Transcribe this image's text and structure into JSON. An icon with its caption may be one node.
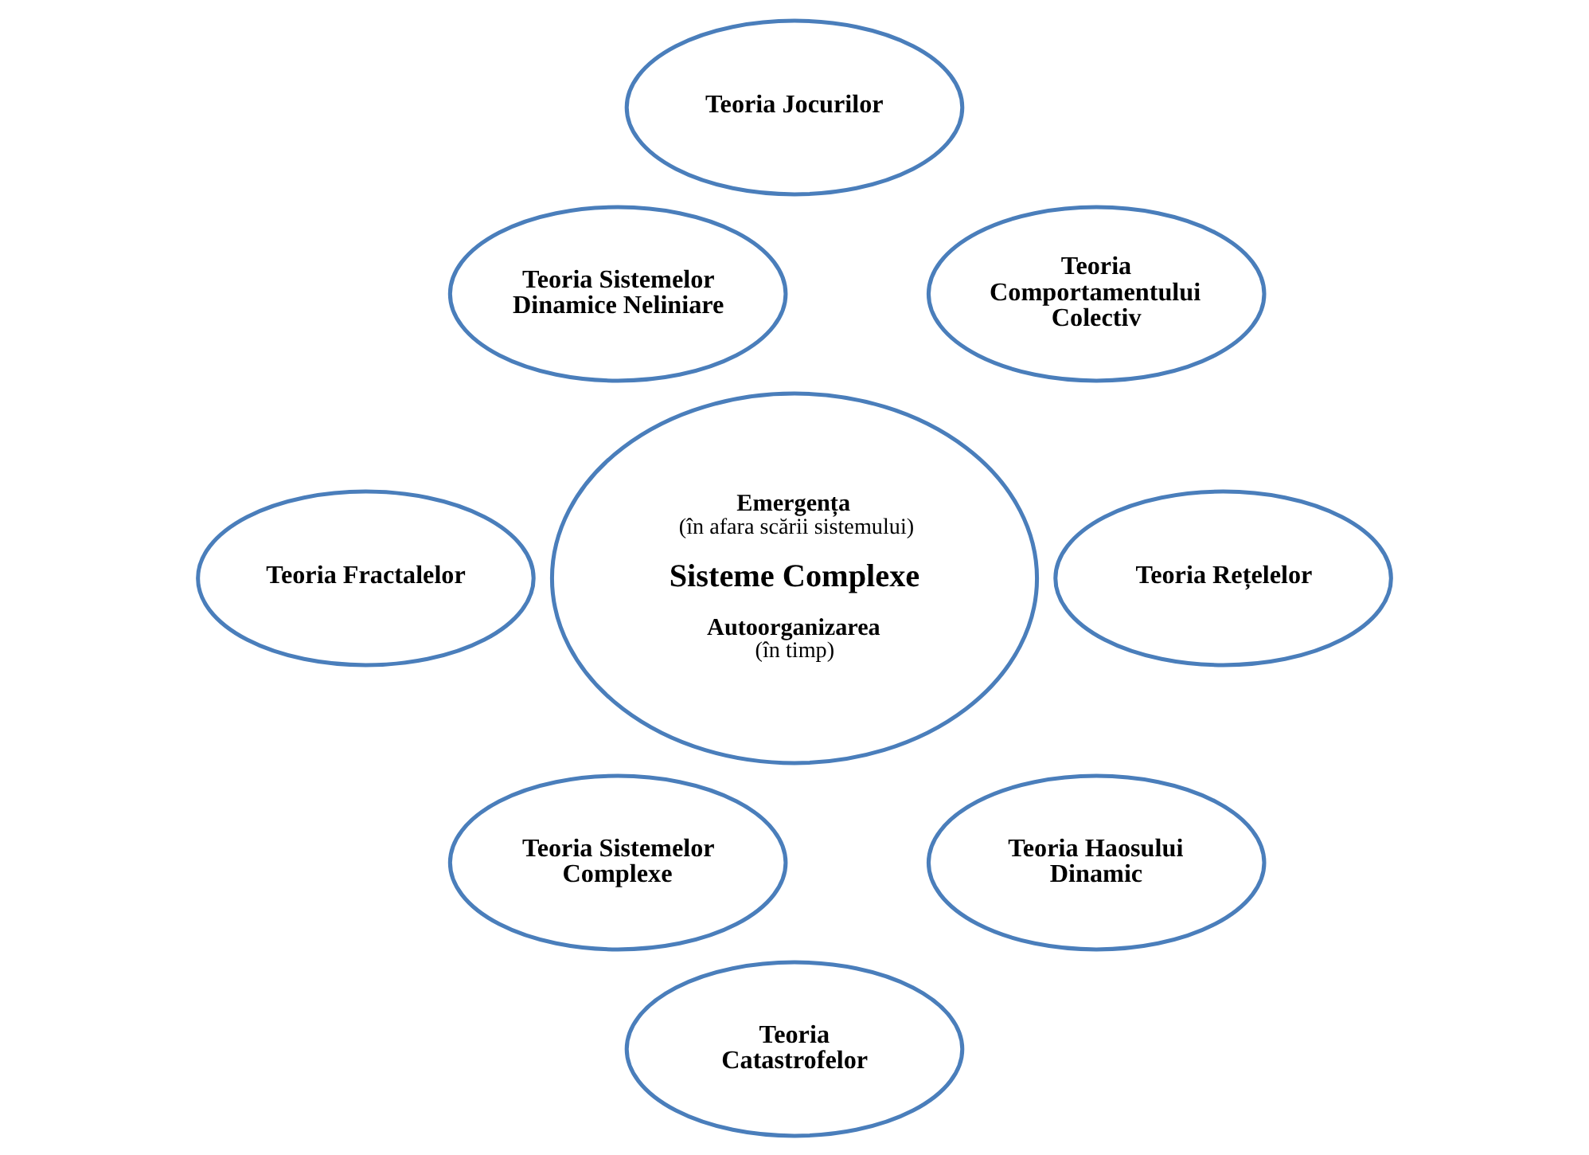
{
  "diagram": {
    "nodes": [
      {
        "text": [
          "Emergența",
          "(în afara scării sistemului)",
          "Sisteme Complexe",
          "Autoorganizarea",
          "(în timp)"
        ]
      },
      {
        "text": [
          "Teoria Jocurilor"
        ]
      },
      {
        "text": [
          "Teoria Sistemelor Dinamice Neliniare"
        ]
      },
      {
        "text": [
          "Teoria Comportamentului Colectiv"
        ]
      },
      {
        "text": [
          "Teoria Fractalelor"
        ]
      },
      {
        "text": [
          "Teoria Rețelelor"
        ]
      },
      {
        "text": [
          "Teoria Sistemelor Complexe"
        ]
      },
      {
        "text": [
          "Teoria Haosului Dinamic"
        ]
      },
      {
        "text": [
          "Teoria Catastrofelor"
        ]
      }
    ],
    "edges": []
  }
}
